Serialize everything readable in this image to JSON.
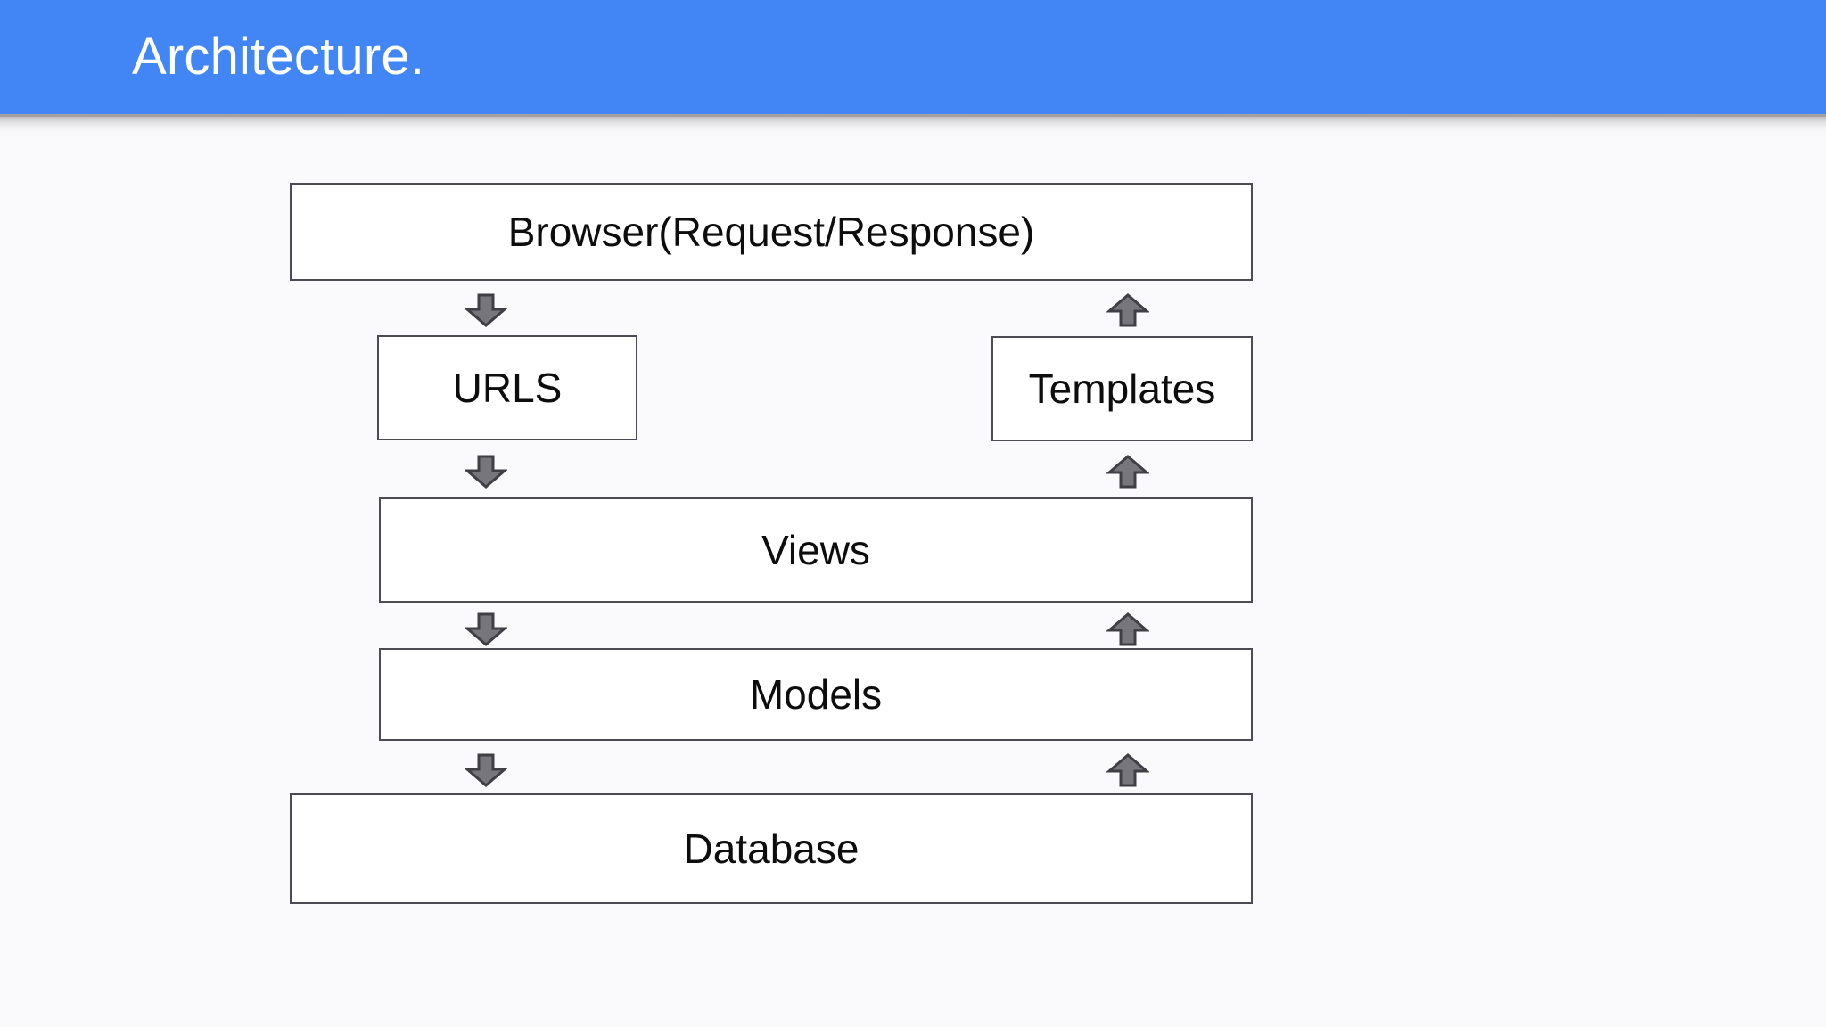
{
  "slide": {
    "background_color": "#faf9fb",
    "header": {
      "title": "Architecture.",
      "background_color": "#4285f4",
      "text_color": "#ffffff"
    }
  },
  "diagram": {
    "type": "flow-architecture",
    "box_border_color": "#4b4b53",
    "box_fill_color": "#ffffff",
    "arrow_fill_color": "#76767c",
    "arrow_stroke_color": "#3f3f45",
    "nodes": [
      {
        "id": "browser",
        "label": "Browser(Request/Response)"
      },
      {
        "id": "urls",
        "label": "URLS"
      },
      {
        "id": "templates",
        "label": "Templates"
      },
      {
        "id": "views",
        "label": "Views"
      },
      {
        "id": "models",
        "label": "Models"
      },
      {
        "id": "database",
        "label": "Database"
      }
    ],
    "arrows": [
      {
        "id": "browser-to-urls",
        "direction": "down",
        "from": "browser",
        "to": "urls"
      },
      {
        "id": "templates-to-browser",
        "direction": "up",
        "from": "templates",
        "to": "browser"
      },
      {
        "id": "urls-to-views",
        "direction": "down",
        "from": "urls",
        "to": "views"
      },
      {
        "id": "views-to-templates",
        "direction": "up",
        "from": "views",
        "to": "templates"
      },
      {
        "id": "views-to-models",
        "direction": "down",
        "from": "views",
        "to": "models"
      },
      {
        "id": "models-to-views",
        "direction": "up",
        "from": "models",
        "to": "views"
      },
      {
        "id": "models-to-database",
        "direction": "down",
        "from": "models",
        "to": "database"
      },
      {
        "id": "database-to-models",
        "direction": "up",
        "from": "database",
        "to": "models"
      }
    ]
  }
}
